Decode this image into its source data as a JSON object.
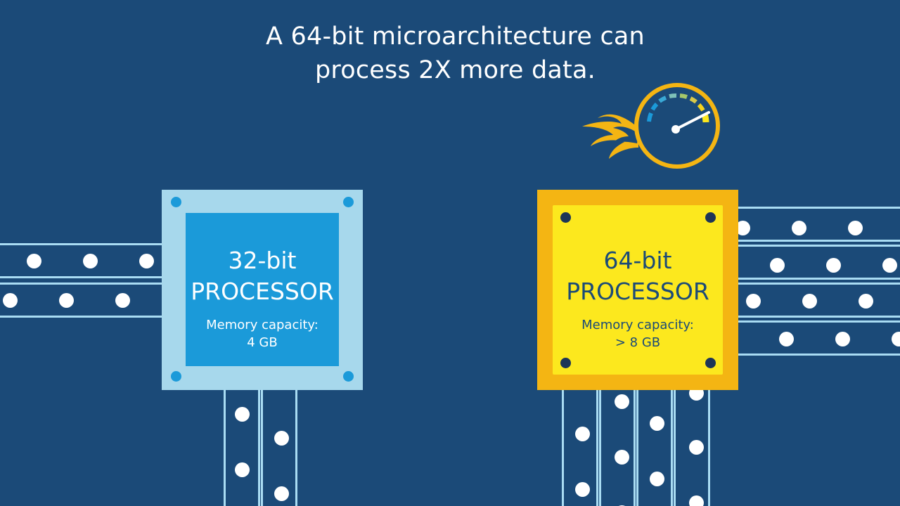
{
  "headline": {
    "line1": "A 64-bit microarchitecture can",
    "line2": "process 2X more data."
  },
  "processor_32": {
    "bits_label": "32-bit",
    "processor_label": "PROCESSOR",
    "memory_label": "Memory capacity:",
    "memory_value": "4 GB"
  },
  "processor_64": {
    "bits_label": "64-bit",
    "processor_label": "PROCESSOR",
    "memory_label": "Memory capacity:",
    "memory_value": "> 8 GB"
  },
  "icons": [
    "speedometer-icon",
    "flame-icon"
  ],
  "colors": {
    "background": "#1b4a78",
    "bus_line": "#a9dcf3",
    "chip32_frame": "#a7d8ec",
    "chip32_core": "#1b9ad9",
    "chip64_frame": "#f4b513",
    "chip64_core": "#fce81e",
    "gauge": "#f4b513"
  }
}
